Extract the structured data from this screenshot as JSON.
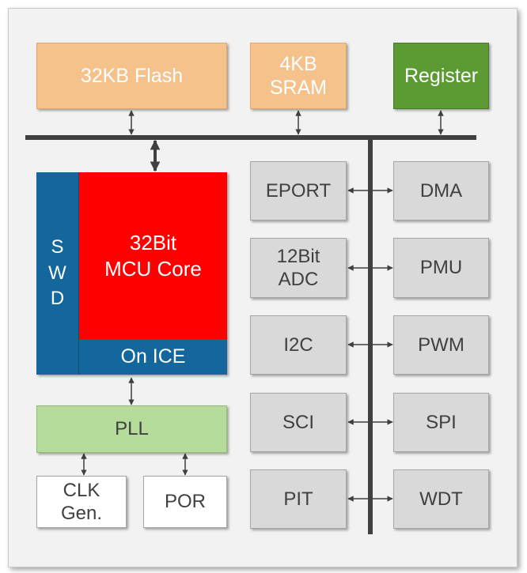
{
  "blocks": {
    "flash": "32KB Flash",
    "sram": "4KB\nSRAM",
    "register": "Register",
    "core": "32Bit\nMCU Core",
    "swd_letters": [
      "S",
      "W",
      "D"
    ],
    "on_ice": "On ICE",
    "pll": "PLL",
    "clk_gen": "CLK\nGen.",
    "por": "POR"
  },
  "peripherals": {
    "left": [
      "EPORT",
      "12Bit\nADC",
      "I2C",
      "SCI",
      "PIT"
    ],
    "right": [
      "DMA",
      "PMU",
      "PWM",
      "SPI",
      "WDT"
    ]
  },
  "colors": {
    "memory": "#f5c28c",
    "register": "#5c9b34",
    "core": "#ff0000",
    "swd_ice": "#14679c",
    "pll": "#b6dc9c",
    "peripheral": "#d9d9d9",
    "bus": "#404040"
  }
}
